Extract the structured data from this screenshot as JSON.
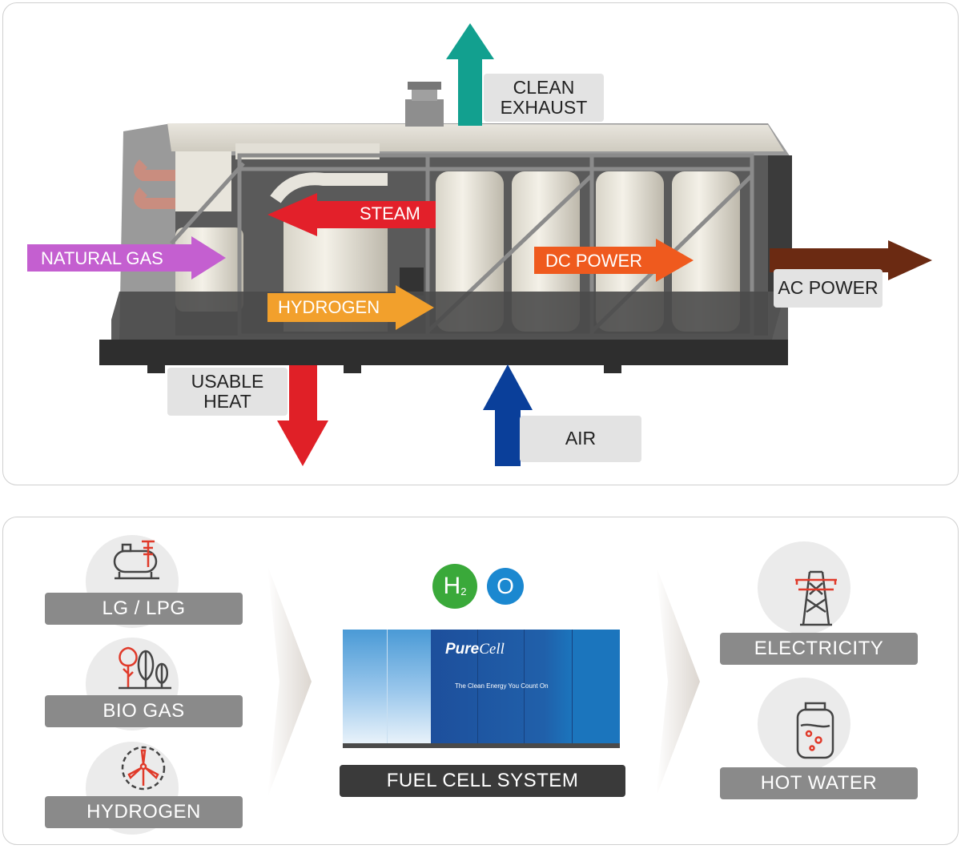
{
  "flows": {
    "clean_exhaust": "CLEAN\nEXHAUST",
    "steam": "STEAM",
    "natural_gas": "NATURAL GAS",
    "hydrogen": "HYDROGEN",
    "dc_power": "DC POWER",
    "ac_power": "AC POWER",
    "usable_heat": "USABLE\nHEAT",
    "air": "AIR"
  },
  "inputs": [
    {
      "label": "LG / LPG",
      "icon": "gas-tank-icon"
    },
    {
      "label": "BIO GAS",
      "icon": "trees-icon"
    },
    {
      "label": "HYDROGEN",
      "icon": "wind-turbine-icon"
    }
  ],
  "center": {
    "h2o_h": "H",
    "h2o_sub": "2",
    "h2o_o": "O",
    "brand_pure": "Pure",
    "brand_cell": "Cell",
    "tagline": "The Clean Energy You Count On",
    "system_label": "FUEL CELL SYSTEM"
  },
  "outputs": [
    {
      "label": "ELECTRICITY",
      "icon": "power-tower-icon"
    },
    {
      "label": "HOT WATER",
      "icon": "water-heater-icon"
    }
  ],
  "colors": {
    "exhaust": "#12a08f",
    "steam": "#e3202a",
    "natural_gas": "#c45fd0",
    "hydrogen": "#f2a02c",
    "dc_power": "#ef5a1e",
    "ac_power": "#6b2a12",
    "usable_heat": "#e02027",
    "air": "#0a3f9a",
    "h_circle": "#3aa93a",
    "o_circle": "#1b88d0",
    "icon_red": "#e03a2a"
  }
}
